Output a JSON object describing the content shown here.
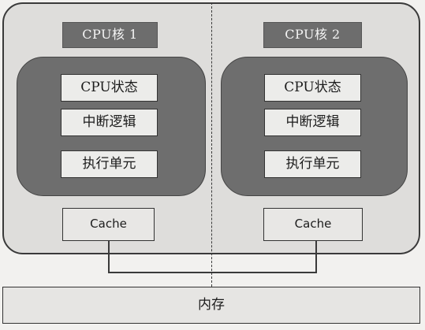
{
  "cores": [
    {
      "title": "CPU核 1",
      "units": [
        "CPU状态",
        "中断逻辑",
        "执行单元"
      ],
      "cache": "Cache"
    },
    {
      "title": "CPU核 2",
      "units": [
        "CPU状态",
        "中断逻辑",
        "执行单元"
      ],
      "cache": "Cache"
    }
  ],
  "memory": "内存"
}
